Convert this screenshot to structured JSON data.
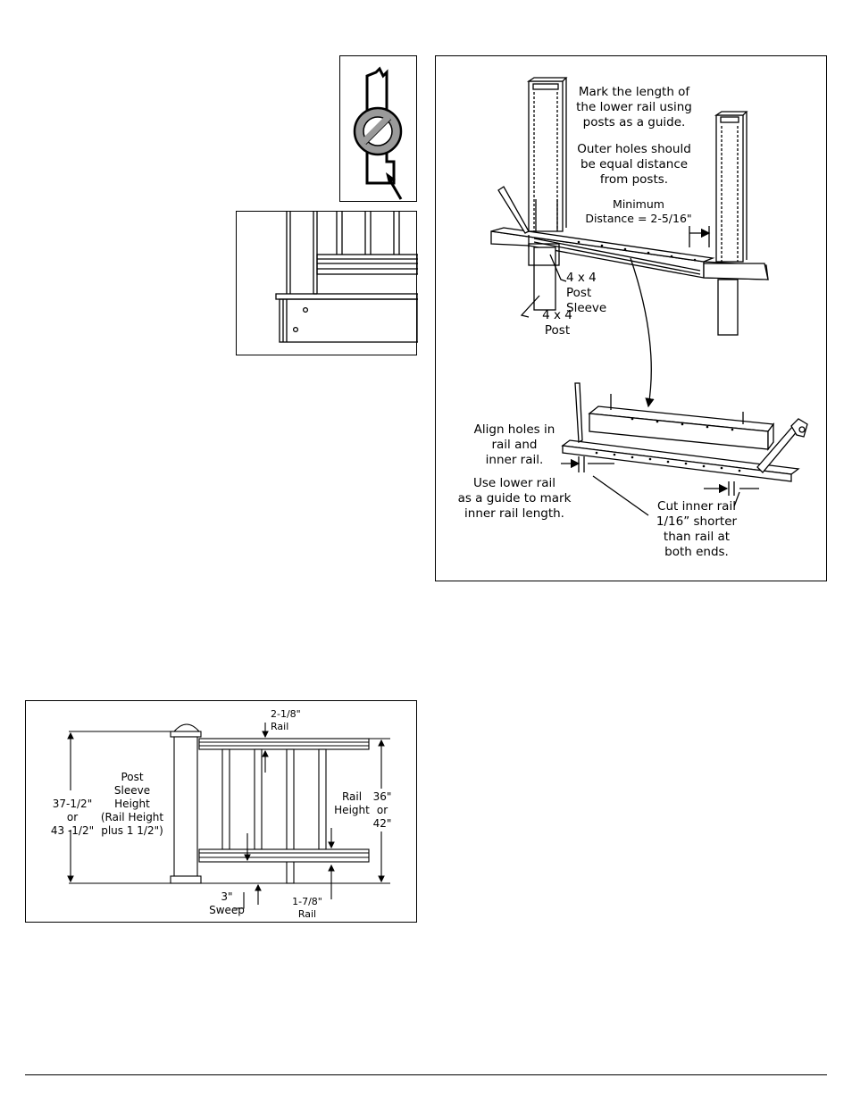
{
  "main_figure": {
    "mark_length": "Mark the length of\nthe lower rail using\nposts as a guide.",
    "outer_holes": "Outer holes should\nbe equal distance\nfrom posts.",
    "minimum_distance": "Minimum\nDistance = 2-5/16\"",
    "post_sleeve": "4 x 4\nPost\nSleeve",
    "post": "4 x 4\nPost",
    "align_holes": "Align holes in\nrail and\ninner rail.",
    "use_lower_rail": "Use lower rail\nas a guide to mark\ninner rail length.",
    "cut_inner_rail": "Cut inner rail\n1/16” shorter\nthan rail at\nboth ends."
  },
  "height_figure": {
    "top_rail": "2-1/8\"\nRail",
    "post_height_values": "37-1/2\"\nor\n43 -1/2\"",
    "post_sleeve_height": "Post\nSleeve\nHeight\n(Rail Height\nplus 1 1/2\")",
    "rail_height": "Rail\nHeight",
    "rail_height_values": "36\"\nor\n42\"",
    "sweep": "3\"\nSweep",
    "bottom_rail": "1-7/8\"\nRail"
  }
}
